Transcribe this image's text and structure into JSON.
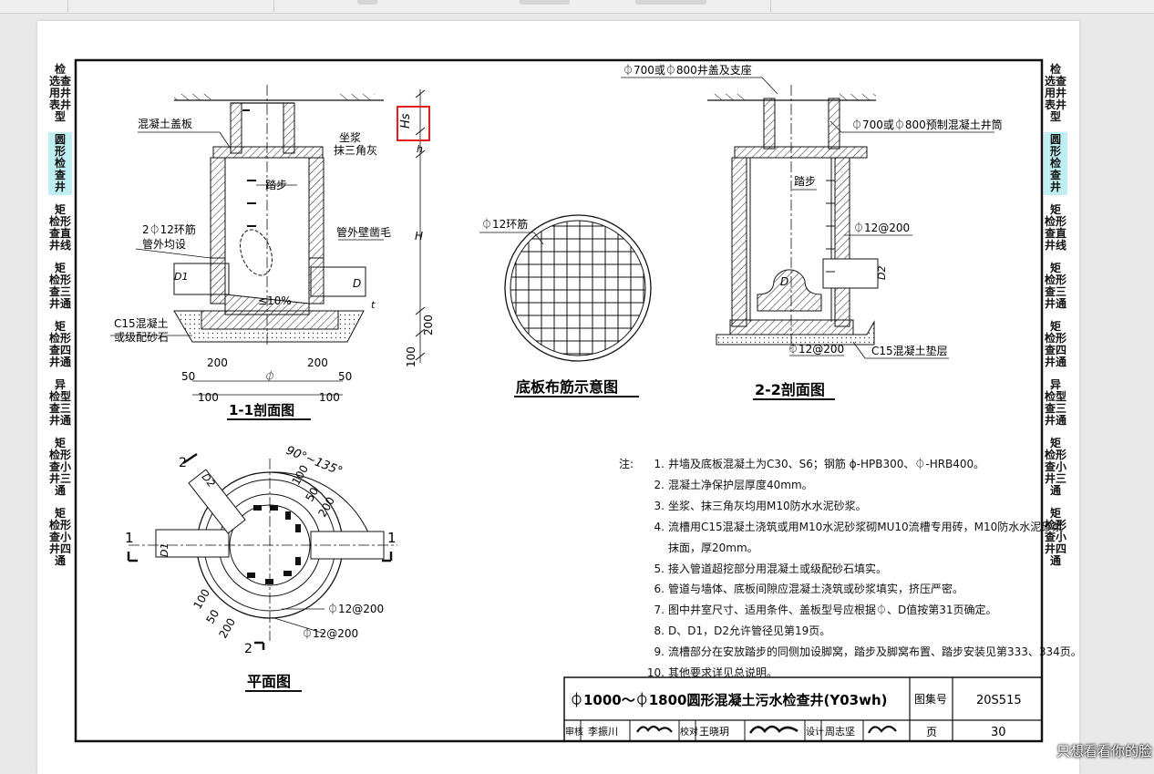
{
  "sidebar_left": [
    {
      "id": "select",
      "lines": [
        "检",
        "选查",
        "用井",
        "表井",
        "型"
      ],
      "highlight": false
    },
    {
      "id": "round",
      "lines": [
        "圆",
        "形",
        "检",
        "查",
        "井"
      ],
      "highlight": true
    },
    {
      "id": "rect-straight",
      "lines": [
        "矩",
        "检形",
        "查直",
        "井线"
      ],
      "highlight": false
    },
    {
      "id": "rect-3",
      "lines": [
        "矩",
        "检形",
        "查三",
        "井通"
      ],
      "highlight": false
    },
    {
      "id": "rect-4",
      "lines": [
        "矩",
        "检形",
        "查四",
        "井通"
      ],
      "highlight": false
    },
    {
      "id": "odd-3",
      "lines": [
        "异",
        "检型",
        "查三",
        "井通"
      ],
      "highlight": false
    },
    {
      "id": "rect-small-3",
      "lines": [
        "矩",
        "检形",
        "查小",
        "井三",
        "通"
      ],
      "highlight": false
    },
    {
      "id": "rect-small-4",
      "lines": [
        "矩",
        "检形",
        "查小",
        "井四",
        "通"
      ],
      "highlight": false
    }
  ],
  "sidebar_right": [
    {
      "id": "select",
      "lines": [
        "检",
        "选查",
        "用井",
        "表井",
        "型"
      ],
      "highlight": false
    },
    {
      "id": "round",
      "lines": [
        "圆",
        "形",
        "检",
        "查",
        "井"
      ],
      "highlight": true
    },
    {
      "id": "rect-straight",
      "lines": [
        "矩",
        "检形",
        "查直",
        "井线"
      ],
      "highlight": false
    },
    {
      "id": "rect-3",
      "lines": [
        "矩",
        "检形",
        "查三",
        "井通"
      ],
      "highlight": false
    },
    {
      "id": "rect-4",
      "lines": [
        "矩",
        "检形",
        "查四",
        "井通"
      ],
      "highlight": false
    },
    {
      "id": "odd-3",
      "lines": [
        "异",
        "检型",
        "查三",
        "井通"
      ],
      "highlight": false
    },
    {
      "id": "rect-small-3",
      "lines": [
        "矩",
        "检形",
        "查小",
        "井三",
        "通"
      ],
      "highlight": false
    },
    {
      "id": "rect-small-4",
      "lines": [
        "矩",
        "检形",
        "查小",
        "井四",
        "通"
      ],
      "highlight": false
    }
  ],
  "section_1": {
    "title": "1-1剖面图",
    "label_cover": "混凝土盖板",
    "label_mortar_1": "坐浆",
    "label_mortar_2": "抹三角灰",
    "label_step": "踏步",
    "label_ring_1": "2⏀12环筋",
    "label_ring_2": "管外均设",
    "label_rough": "管外壁凿毛",
    "label_base_1": "C15混凝土",
    "label_base_2": "或级配砂石",
    "dim_hs": "Hs",
    "dim_h_small": "h",
    "dim_h": "H",
    "dim_200": "200",
    "dim_100": "100",
    "dim_d": "D",
    "dim_d1": "D1",
    "dim_t": "t",
    "slope": "≤10%",
    "bottom_dims": [
      "50",
      "200",
      "⏀",
      "200",
      "50"
    ],
    "bottom_dims_2": [
      "100",
      "100"
    ]
  },
  "section_2": {
    "title": "2-2剖面图",
    "label_cover": "⏀700或⏀800井盖及支座",
    "label_tube": "⏀700或⏀800预制混凝土井筒",
    "label_step": "踏步",
    "label_bar": "⏀12@200",
    "label_bar_bottom": "⏀12@200",
    "label_cushion": "C15混凝土垫层",
    "dim_d": "D",
    "dim_d2": "D2"
  },
  "slab": {
    "title": "底板布筋示意图",
    "label": "⏀12环筋"
  },
  "plan": {
    "title": "平面图",
    "angle": "90°~135°",
    "dims": [
      "100",
      "50",
      "200"
    ],
    "dims_low": [
      "100",
      "50",
      "200"
    ],
    "bar_1": "⏀12@200",
    "bar_2": "⏀12@200",
    "d1": "D1",
    "d2": "D2",
    "cut_1": "1",
    "cut_2": "2"
  },
  "notes": {
    "prefix": "注:",
    "items": [
      {
        "n": "1.",
        "text": "井墙及底板混凝土为C30、S6；钢筋 ϕ-HPB300、⏀-HRB400。"
      },
      {
        "n": "2.",
        "text": "混凝土净保护层厚度40mm。"
      },
      {
        "n": "3.",
        "text": "坐浆、抹三角灰均用M10防水水泥砂浆。"
      },
      {
        "n": "4.",
        "text": "流槽用C15混凝土浇筑或用M10水泥砂浆砌MU10流槽专用砖，M10防水水泥砂浆"
      },
      {
        "n": "",
        "text": "抹面，厚20mm。"
      },
      {
        "n": "5.",
        "text": "接入管道超挖部分用混凝土或级配砂石填实。"
      },
      {
        "n": "6.",
        "text": "管道与墙体、底板间隙应混凝土浇筑或砂浆填实，挤压严密。"
      },
      {
        "n": "7.",
        "text": "图中井室尺寸、适用条件、盖板型号应根据⏀、D值按第31页确定。"
      },
      {
        "n": "8.",
        "text": "D、D1，D2允许管径见第19页。"
      },
      {
        "n": "9.",
        "text": "流槽部分在安放踏步的同侧加设脚窝，踏步及脚窝布置、踏步安装见第333、334页。"
      },
      {
        "n": "10.",
        "text": "其他要求详见总说明。"
      }
    ]
  },
  "title_block": {
    "title": "⏀1000～⏀1800圆形混凝土污水检查井(Y03wh)",
    "atlas_label": "图集号",
    "atlas_no": "20S515",
    "page_label": "页",
    "page_no": "30",
    "row": [
      "审核",
      "李振川",
      "校对",
      "王晓玥",
      "设计",
      "周志坚"
    ]
  },
  "watermark": "只想看看你的脸",
  "colors": {
    "highlight": "#bfeff2",
    "annotation_box": "#e0201b",
    "ink": "#111111"
  }
}
